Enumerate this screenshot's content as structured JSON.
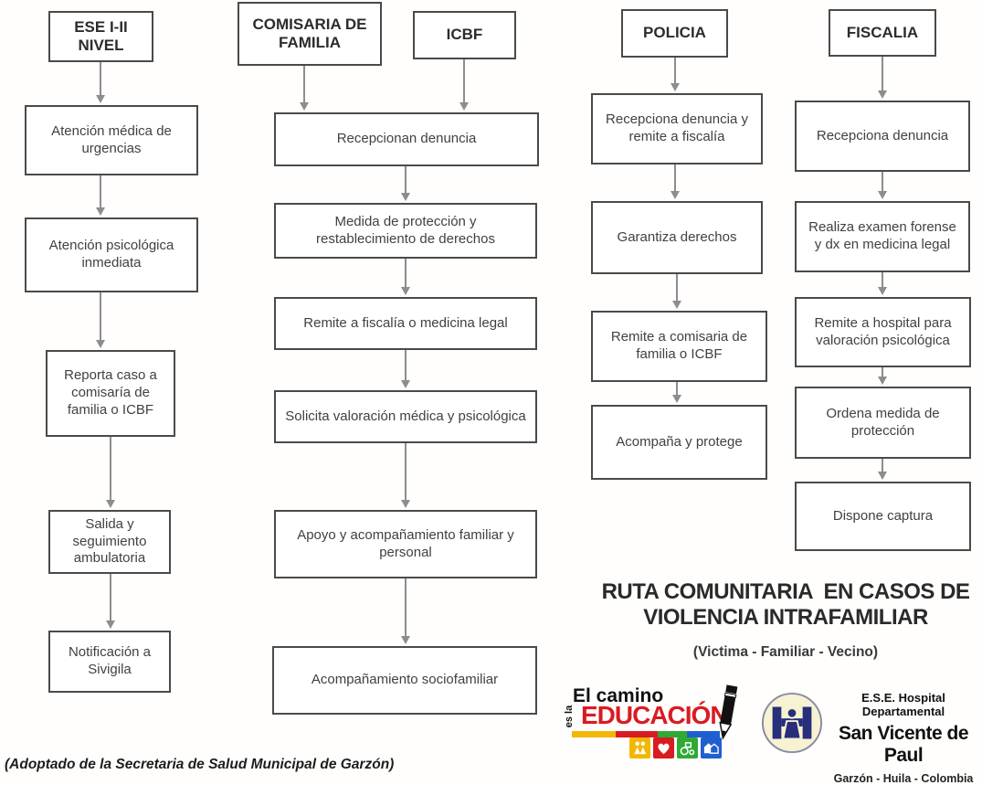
{
  "diagram": {
    "columns": [
      {
        "id": "ese",
        "headers": [
          "ESE I-II NIVEL"
        ],
        "steps": [
          "Atención médica de urgencias",
          "Atención psicológica inmediata",
          "Reporta caso a comisaría de familia o ICBF",
          "Salida y seguimiento ambulatoria",
          "Notificación a Sivigila"
        ]
      },
      {
        "id": "comisaria-icbf",
        "headers": [
          "COMISARIA DE FAMILIA",
          "ICBF"
        ],
        "steps": [
          "Recepcionan denuncia",
          "Medida de protección y restablecimiento de derechos",
          "Remite a fiscalía o medicina legal",
          "Solicita valoración médica y psicológica",
          "Apoyo y acompañamiento familiar y personal",
          "Acompañamiento sociofamiliar"
        ]
      },
      {
        "id": "policia",
        "headers": [
          "POLICIA"
        ],
        "steps": [
          "Recepciona denuncia y remite a fiscalía",
          "Garantiza derechos",
          "Remite a comisaria de familia o ICBF",
          "Acompaña y protege"
        ]
      },
      {
        "id": "fiscalia",
        "headers": [
          "FISCALIA"
        ],
        "steps": [
          "Recepciona denuncia",
          "Realiza examen forense y dx en medicina legal",
          "Remite  a hospital para valoración psicológica",
          "Ordena medida de protección",
          "Dispone captura"
        ]
      }
    ]
  },
  "title": {
    "line1": "RUTA COMUNITARIA  EN CASOS DE",
    "line2": "VIOLENCIA INTRAFAMILIAR",
    "subtitle": "(Victima - Familiar - Vecino)"
  },
  "footer_note": "(Adoptado de la Secretaria de Salud Municipal de Garzón)",
  "logos": {
    "educacion": {
      "top": "El camino",
      "side": "es la",
      "main": "EDUCACIÓN",
      "icon_names": [
        "pencil-icon",
        "family-icon",
        "heart-icon",
        "tractor-icon",
        "houses-icon"
      ],
      "colors": {
        "red": "#d91b22",
        "yellow": "#f2b705",
        "green": "#2faa35",
        "blue": "#1f5fd0"
      }
    },
    "hospital": {
      "line1": "E.S.E. Hospital Departamental",
      "line2": "San Vicente de Paul",
      "line3": "Garzón - Huila - Colombia",
      "icon_name": "hospital-h-person-icon",
      "colors": {
        "navy": "#272e7a",
        "cream": "#f6f2d2"
      }
    }
  }
}
